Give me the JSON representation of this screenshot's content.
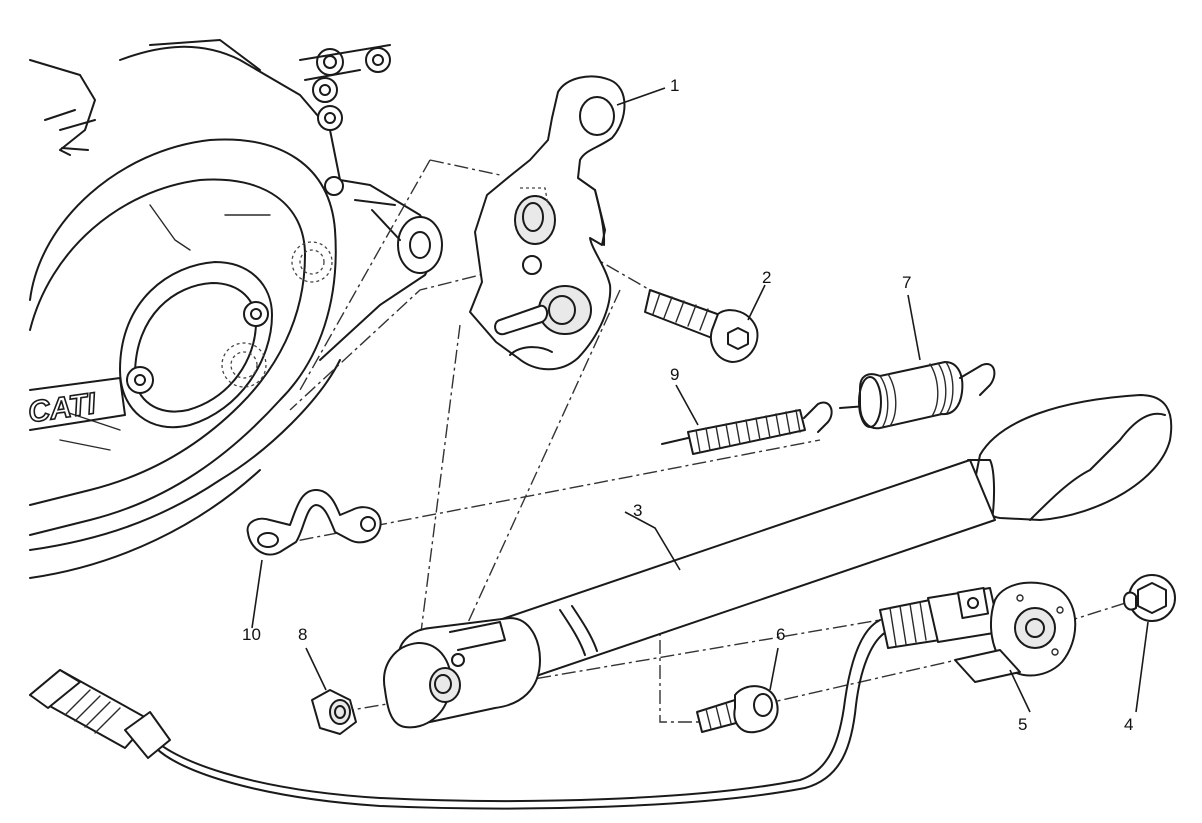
{
  "brand_logo_text": "CATI",
  "callouts": {
    "c1": "1",
    "c2": "2",
    "c3": "3",
    "c4": "4",
    "c5": "5",
    "c6": "6",
    "c7": "7",
    "c8": "8",
    "c9": "9",
    "c10": "10"
  },
  "colors": {
    "line": "#1a1a1a",
    "background": "#ffffff"
  }
}
